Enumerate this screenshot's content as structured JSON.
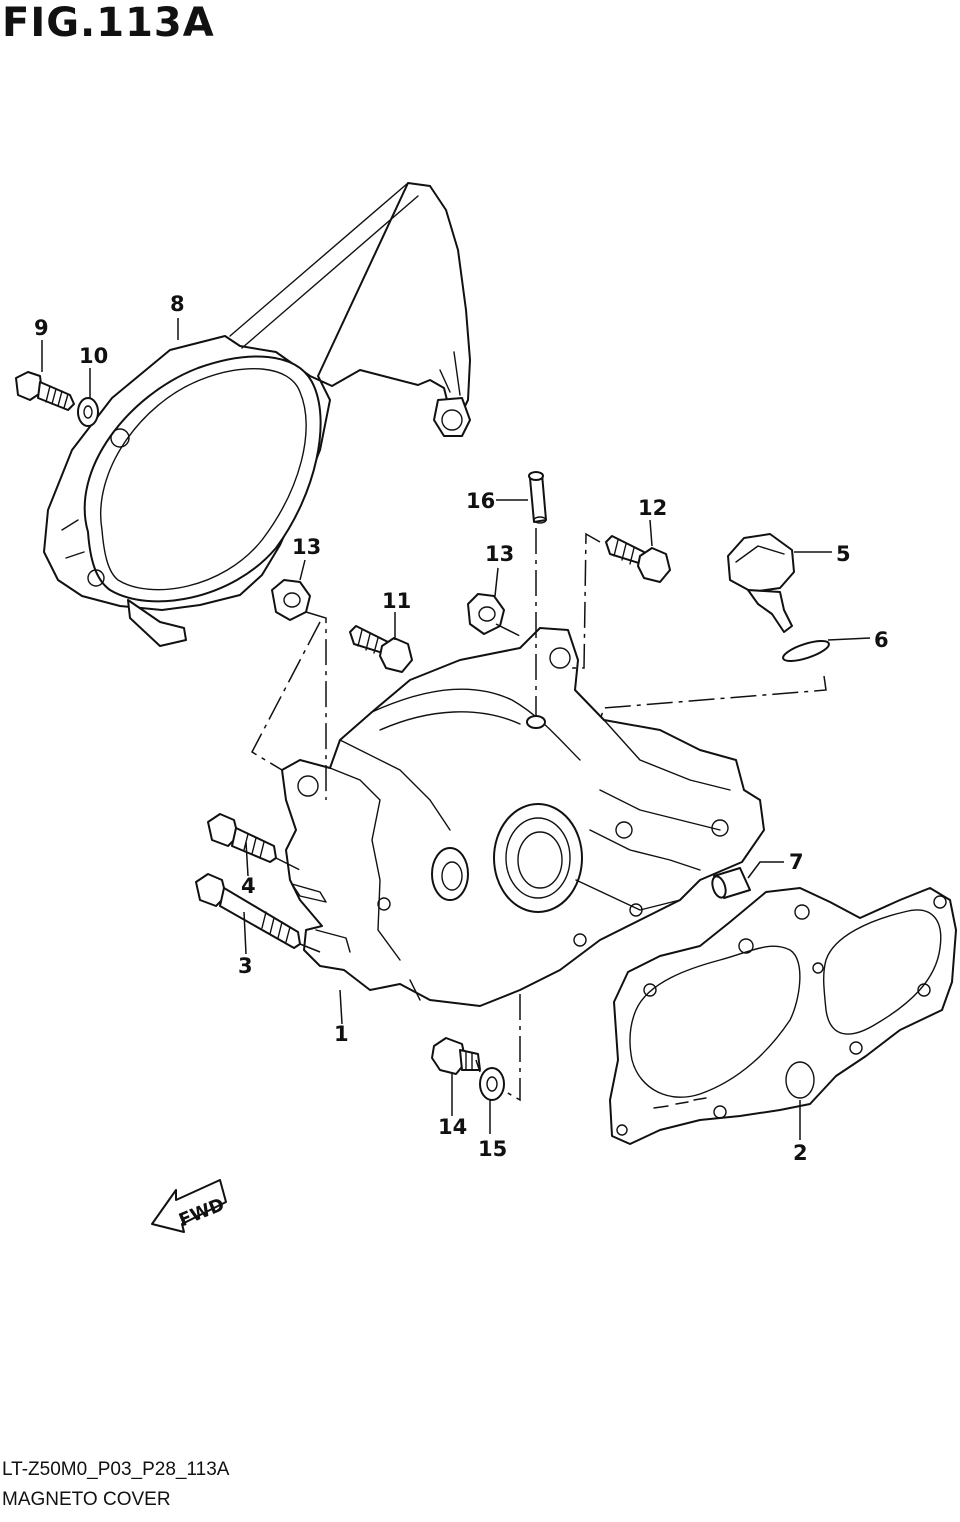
{
  "figure": {
    "title": "FIG.113A",
    "drawing_code": "LT-Z50M0_P03_P28_113A",
    "name": "MAGNETO COVER",
    "fwd_label": "FWD"
  },
  "callouts": [
    {
      "id": "1",
      "label": "1",
      "part": "crankcase cover"
    },
    {
      "id": "2",
      "label": "2",
      "part": "gasket"
    },
    {
      "id": "3",
      "label": "3",
      "part": "long bolt"
    },
    {
      "id": "4",
      "label": "4",
      "part": "bolt"
    },
    {
      "id": "5",
      "label": "5",
      "part": "oil filler cap"
    },
    {
      "id": "6",
      "label": "6",
      "part": "o-ring"
    },
    {
      "id": "7",
      "label": "7",
      "part": "dowel pin"
    },
    {
      "id": "8",
      "label": "8",
      "part": "magneto cover"
    },
    {
      "id": "9",
      "label": "9",
      "part": "bolt"
    },
    {
      "id": "10",
      "label": "10",
      "part": "washer"
    },
    {
      "id": "11",
      "label": "11",
      "part": "bolt"
    },
    {
      "id": "12",
      "label": "12",
      "part": "bolt"
    },
    {
      "id": "13a",
      "label": "13",
      "part": "grommet"
    },
    {
      "id": "13b",
      "label": "13",
      "part": "grommet"
    },
    {
      "id": "14",
      "label": "14",
      "part": "drain plug"
    },
    {
      "id": "15",
      "label": "15",
      "part": "gasket washer"
    },
    {
      "id": "16",
      "label": "16",
      "part": "pipe"
    }
  ]
}
